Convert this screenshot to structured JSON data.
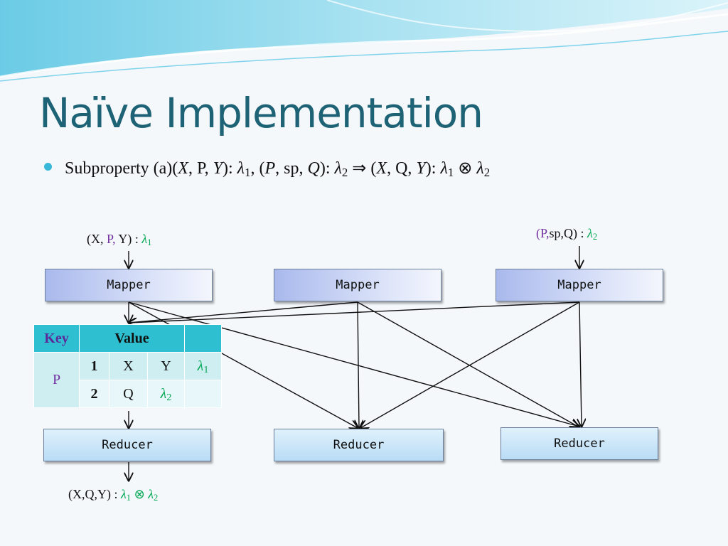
{
  "title": "Naïve Implementation",
  "rule": {
    "prefix": "Subproperty (a)(",
    "t1_x": "X",
    "t1_p": "P",
    "t1_y": "Y",
    "lambda": "λ",
    "sub1": "1",
    "sub2": "2",
    "t2_p": "P",
    "t2_sp": "sp",
    "t2_q": "Q",
    "arrow": "⇒",
    "t3_x": "X",
    "t3_q": "Q",
    "t3_y": "Y",
    "otimes": "⊗"
  },
  "inputs": {
    "left": {
      "prefix": "(X, ",
      "p": "P,",
      "suffix": " Y) : ",
      "lambda": "λ",
      "sub": "1"
    },
    "right": {
      "prefix": "(P,",
      "mid": "sp,Q) : ",
      "lambda": "λ",
      "sub": "2"
    }
  },
  "mappers": [
    "Mapper",
    "Mapper",
    "Mapper"
  ],
  "reducers": [
    "Reducer",
    "Reducer",
    "Reducer"
  ],
  "table": {
    "headers": [
      "Key",
      "Value"
    ],
    "key": "P",
    "rows": [
      [
        "1",
        "X",
        "Y",
        "λ",
        "1"
      ],
      [
        "2",
        "Q",
        "λ",
        "2",
        ""
      ]
    ]
  },
  "output": {
    "prefix": "(X,Q,Y) : ",
    "lambda": "λ",
    "sub1": "1",
    "otimes": "⊗",
    "sub2": "2"
  },
  "colors": {
    "title": "#1d6275",
    "accent": "#2ec0d0",
    "purple": "#7030a0",
    "green": "#00a651"
  }
}
